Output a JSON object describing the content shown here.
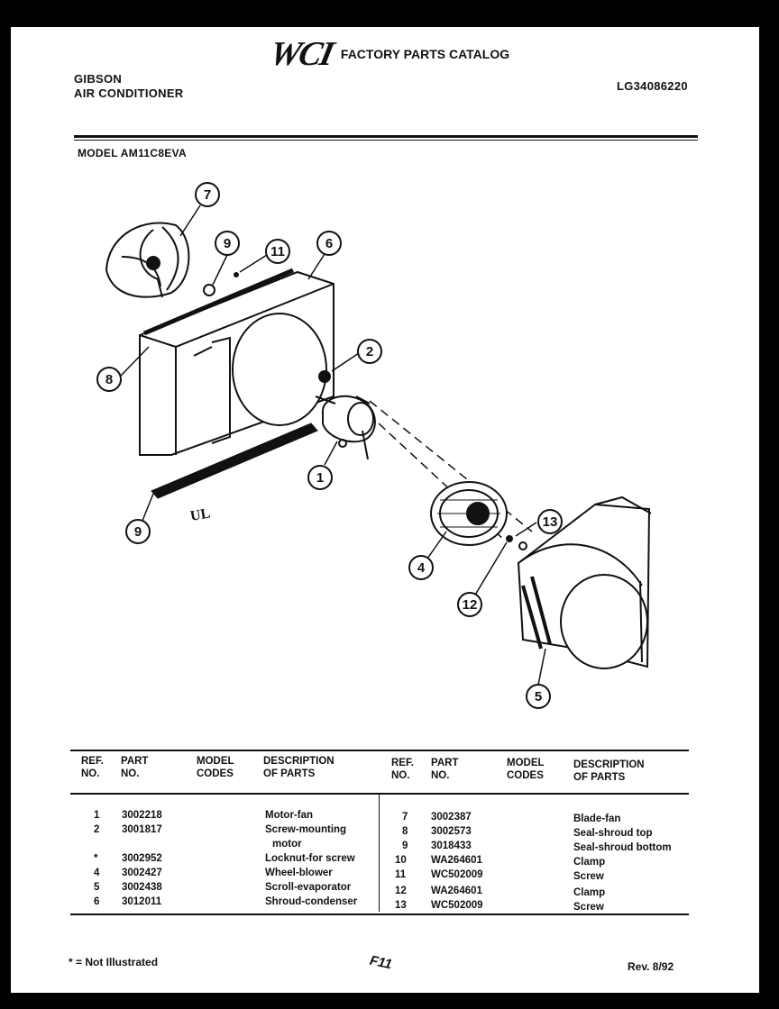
{
  "header": {
    "brand_line1": "GIBSON",
    "brand_line2": "AIR CONDITIONER",
    "logo": "WCI",
    "catalog_title": "FACTORY PARTS CATALOG",
    "catalog_number": "LG34086220",
    "model": "MODEL AM11C8EVA"
  },
  "callouts": [
    "7",
    "9",
    "11",
    "6",
    "8",
    "2",
    "1",
    "9",
    "4",
    "13",
    "12",
    "5"
  ],
  "table": {
    "headers_left": {
      "ref": [
        "REF.",
        "NO."
      ],
      "part": [
        "PART",
        "NO."
      ],
      "model": [
        "MODEL",
        "CODES"
      ],
      "desc": [
        "DESCRIPTION",
        "OF PARTS"
      ]
    },
    "headers_right": {
      "ref": [
        "REF.",
        "NO."
      ],
      "part": [
        "PART",
        "NO."
      ],
      "model": [
        "MODEL",
        "CODES"
      ],
      "desc": [
        "DESCRIPTION",
        "OF PARTS"
      ]
    },
    "left_rows": [
      {
        "ref": "1",
        "part": "3002218",
        "desc": "Motor-fan"
      },
      {
        "ref": "2",
        "part": "3001817",
        "desc": "Screw-mounting"
      },
      {
        "ref": "",
        "part": "",
        "desc": "motor"
      },
      {
        "ref": "*",
        "part": "3002952",
        "desc": "Locknut-for screw"
      },
      {
        "ref": "4",
        "part": "3002427",
        "desc": "Wheel-blower"
      },
      {
        "ref": "5",
        "part": "3002438",
        "desc": "Scroll-evaporator"
      },
      {
        "ref": "6",
        "part": "3012011",
        "desc": "Shroud-condenser"
      }
    ],
    "right_rows": [
      {
        "ref": "7",
        "part": "3002387",
        "desc": "Blade-fan"
      },
      {
        "ref": "8",
        "part": "3002573",
        "desc": "Seal-shroud top"
      },
      {
        "ref": "9",
        "part": "3018433",
        "desc": "Seal-shroud bottom"
      },
      {
        "ref": "10",
        "part": "WA264601",
        "desc": "Clamp"
      },
      {
        "ref": "11",
        "part": "WC502009",
        "desc": "Screw"
      },
      {
        "ref": "12",
        "part": "WA264601",
        "desc": "Clamp"
      },
      {
        "ref": "13",
        "part": "WC502009",
        "desc": "Screw"
      }
    ]
  },
  "footer": {
    "note": "* = Not Illustrated",
    "page": "F11",
    "revision": "Rev. 8/92"
  }
}
